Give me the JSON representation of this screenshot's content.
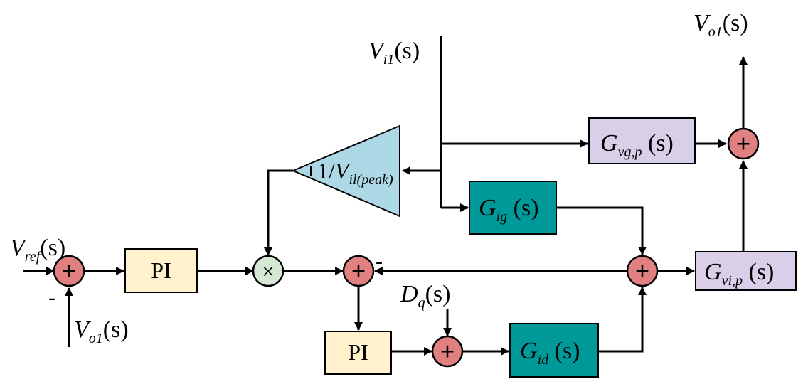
{
  "colors": {
    "line": "#000000",
    "pi_fill": "#fff2cc",
    "teal_fill": "#009999",
    "lavender_fill": "#d9cfe8",
    "sum_fill": "#e08080",
    "mult_fill": "#d5e8d4",
    "triangle_fill": "#add8e6"
  },
  "signals": {
    "vref": {
      "main": "V",
      "sub": "ref",
      "post": "(s)"
    },
    "vo1_in": {
      "main": "V",
      "sub": "o1",
      "post": "(s)"
    },
    "vi1": {
      "main": "V",
      "sub": "i1",
      "post": "(s)"
    },
    "vo1_out": {
      "main": "V",
      "sub": "o1",
      "post": "(s)"
    },
    "dq": {
      "main": "D",
      "sub": "q",
      "post": "(s)"
    }
  },
  "blocks": {
    "pi_outer": {
      "text": "PI"
    },
    "pi_inner": {
      "text": "PI"
    },
    "gvgp": {
      "main": "G",
      "sub": "vg,p",
      "post": " (s)"
    },
    "gig": {
      "main": "G",
      "sub": "ig",
      "post": " (s)"
    },
    "gid": {
      "main": "G",
      "sub": "id",
      "post": " (s)"
    },
    "gvip": {
      "main": "G",
      "sub": "vi,p",
      "post": " (s)"
    },
    "gain": {
      "pre": "1/",
      "main": "V",
      "sub": "il(peak)"
    }
  },
  "symbols": {
    "sum": "+",
    "mult": "×",
    "minus": "-"
  }
}
